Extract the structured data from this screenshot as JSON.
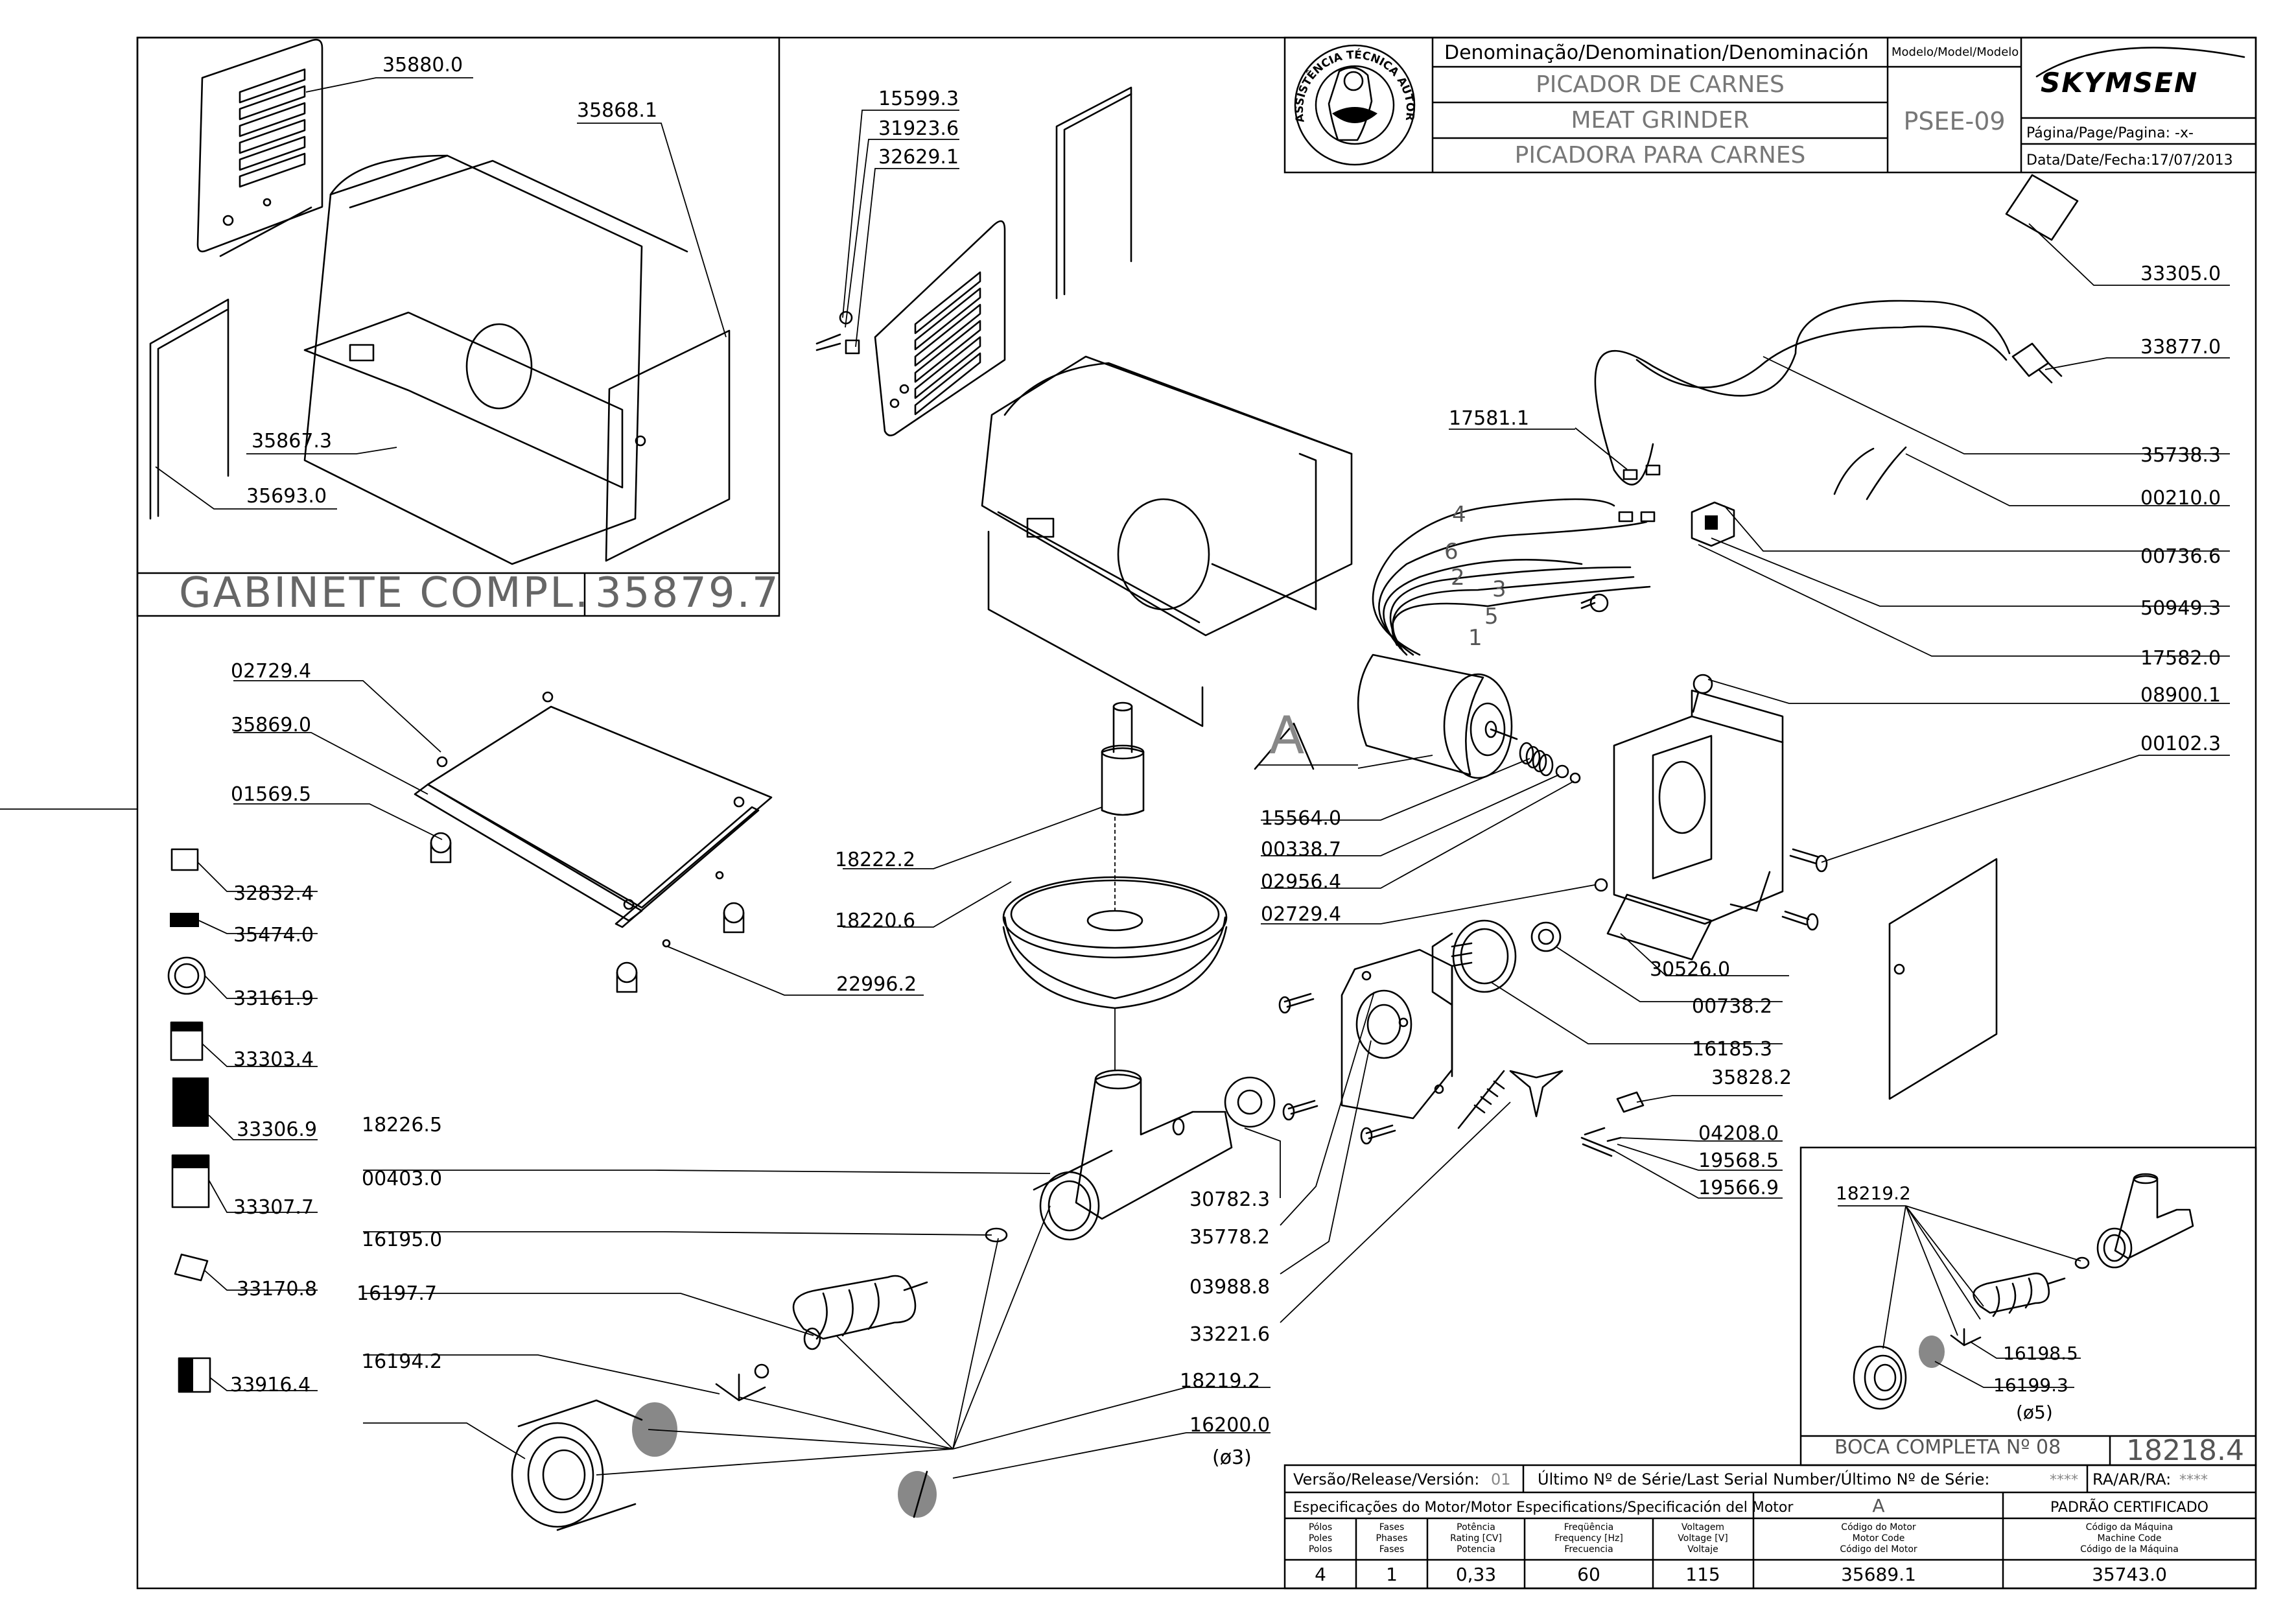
{
  "title_block": {
    "denomination_header": "Denominação/Denomination/Denominación",
    "model_header": "Modelo/Model/Modelo",
    "name_pt": "PICADOR DE CARNES",
    "name_en": "MEAT GRINDER",
    "name_es": "PICADORA PARA CARNES",
    "model": "PSEE-09",
    "brand": "SKYMSEN",
    "page": "Página/Page/Pagina: -x-",
    "date": "Data/Date/Fecha:17/07/2013",
    "seal_text": "ASSISTÊNCIA TÉCNICA AUTORIZADA"
  },
  "cabinet_group": {
    "label": "GABINETE COMPL.",
    "code": "35879.7"
  },
  "boca_group": {
    "label": "BOCA COMPLETA Nº 08",
    "code": "18218.4"
  },
  "callout_a": "A",
  "wire_numbers": [
    "4",
    "6",
    "2",
    "3",
    "5",
    "1"
  ],
  "part_labels": {
    "p35880": "35880.0",
    "p35868": "35868.1",
    "p35867": "35867.3",
    "p35693": "35693.0",
    "p15599": "15599.3",
    "p31923": "31923.6",
    "p32629": "32629.1",
    "p33305": "33305.0",
    "p33877": "33877.0",
    "p35738": "35738.3",
    "p17581": "17581.1",
    "p00210": "00210.0",
    "p00736": "00736.6",
    "p50949": "50949.3",
    "p17582": "17582.0",
    "p08900": "08900.1",
    "p00102": "00102.3",
    "p02729a": "02729.4",
    "p35869": "35869.0",
    "p01569": "01569.5",
    "p32832": "32832.4",
    "p35474": "35474.0",
    "p33161": "33161.9",
    "p33303": "33303.4",
    "p33306": "33306.9",
    "p33307": "33307.7",
    "p33170": "33170.8",
    "p33916": "33916.4",
    "p18222": "18222.2",
    "p18220": "18220.6",
    "p22996": "22996.2",
    "p15564": "15564.0",
    "p00338": "00338.7",
    "p02956": "02956.4",
    "p02729b": "02729.4",
    "p30526": "30526.0",
    "p00738": "00738.2",
    "p16185": "16185.3",
    "p35828": "35828.2",
    "p04208": "04208.0",
    "p19568": "19568.5",
    "p19566": "19566.9",
    "p18226": "18226.5",
    "p00403": "00403.0",
    "p16195": "16195.0",
    "p16197": "16197.7",
    "p16194": "16194.2",
    "p18219a": "18219.2",
    "p16200": "16200.0",
    "p16200_note": "(ø3)",
    "p30782": "30782.3",
    "p35778": "35778.2",
    "p03988": "03988.8",
    "p33221": "33221.6",
    "p18219b": "18219.2",
    "p16198": "16198.5",
    "p16199": "16199.3",
    "p16199_note": "(ø5)"
  },
  "footer": {
    "release_label": "Versão/Release/Versión:",
    "release_value": "01",
    "serial_label": "Último Nº de Série/Last Serial Number/Último Nº de Série:",
    "serial_value": "****",
    "ra_label": "RA/AR/RA:",
    "ra_value": "****",
    "motor_spec_title": "Especificações do Motor/Motor Especifications/Specificación del Motor",
    "col_a": "A",
    "col_standard": "PADRÃO CERTIFICADO",
    "headers": [
      [
        "Pólos",
        "Poles",
        "Polos"
      ],
      [
        "Fases",
        "Phases",
        "Fases"
      ],
      [
        "Potência",
        "Rating [CV]",
        "Potencia"
      ],
      [
        "Freqüência",
        "Frequency [Hz]",
        "Frecuencia"
      ],
      [
        "Voltagem",
        "Voltage [V]",
        "Voltaje"
      ],
      [
        "Código do Motor",
        "Motor Code",
        "Código del Motor"
      ],
      [
        "Código da Máquina",
        "Machine Code",
        "Código de la Máquina"
      ]
    ],
    "values": [
      "4",
      "1",
      "0,33",
      "60",
      "115",
      "35689.1",
      "35743.0"
    ]
  }
}
